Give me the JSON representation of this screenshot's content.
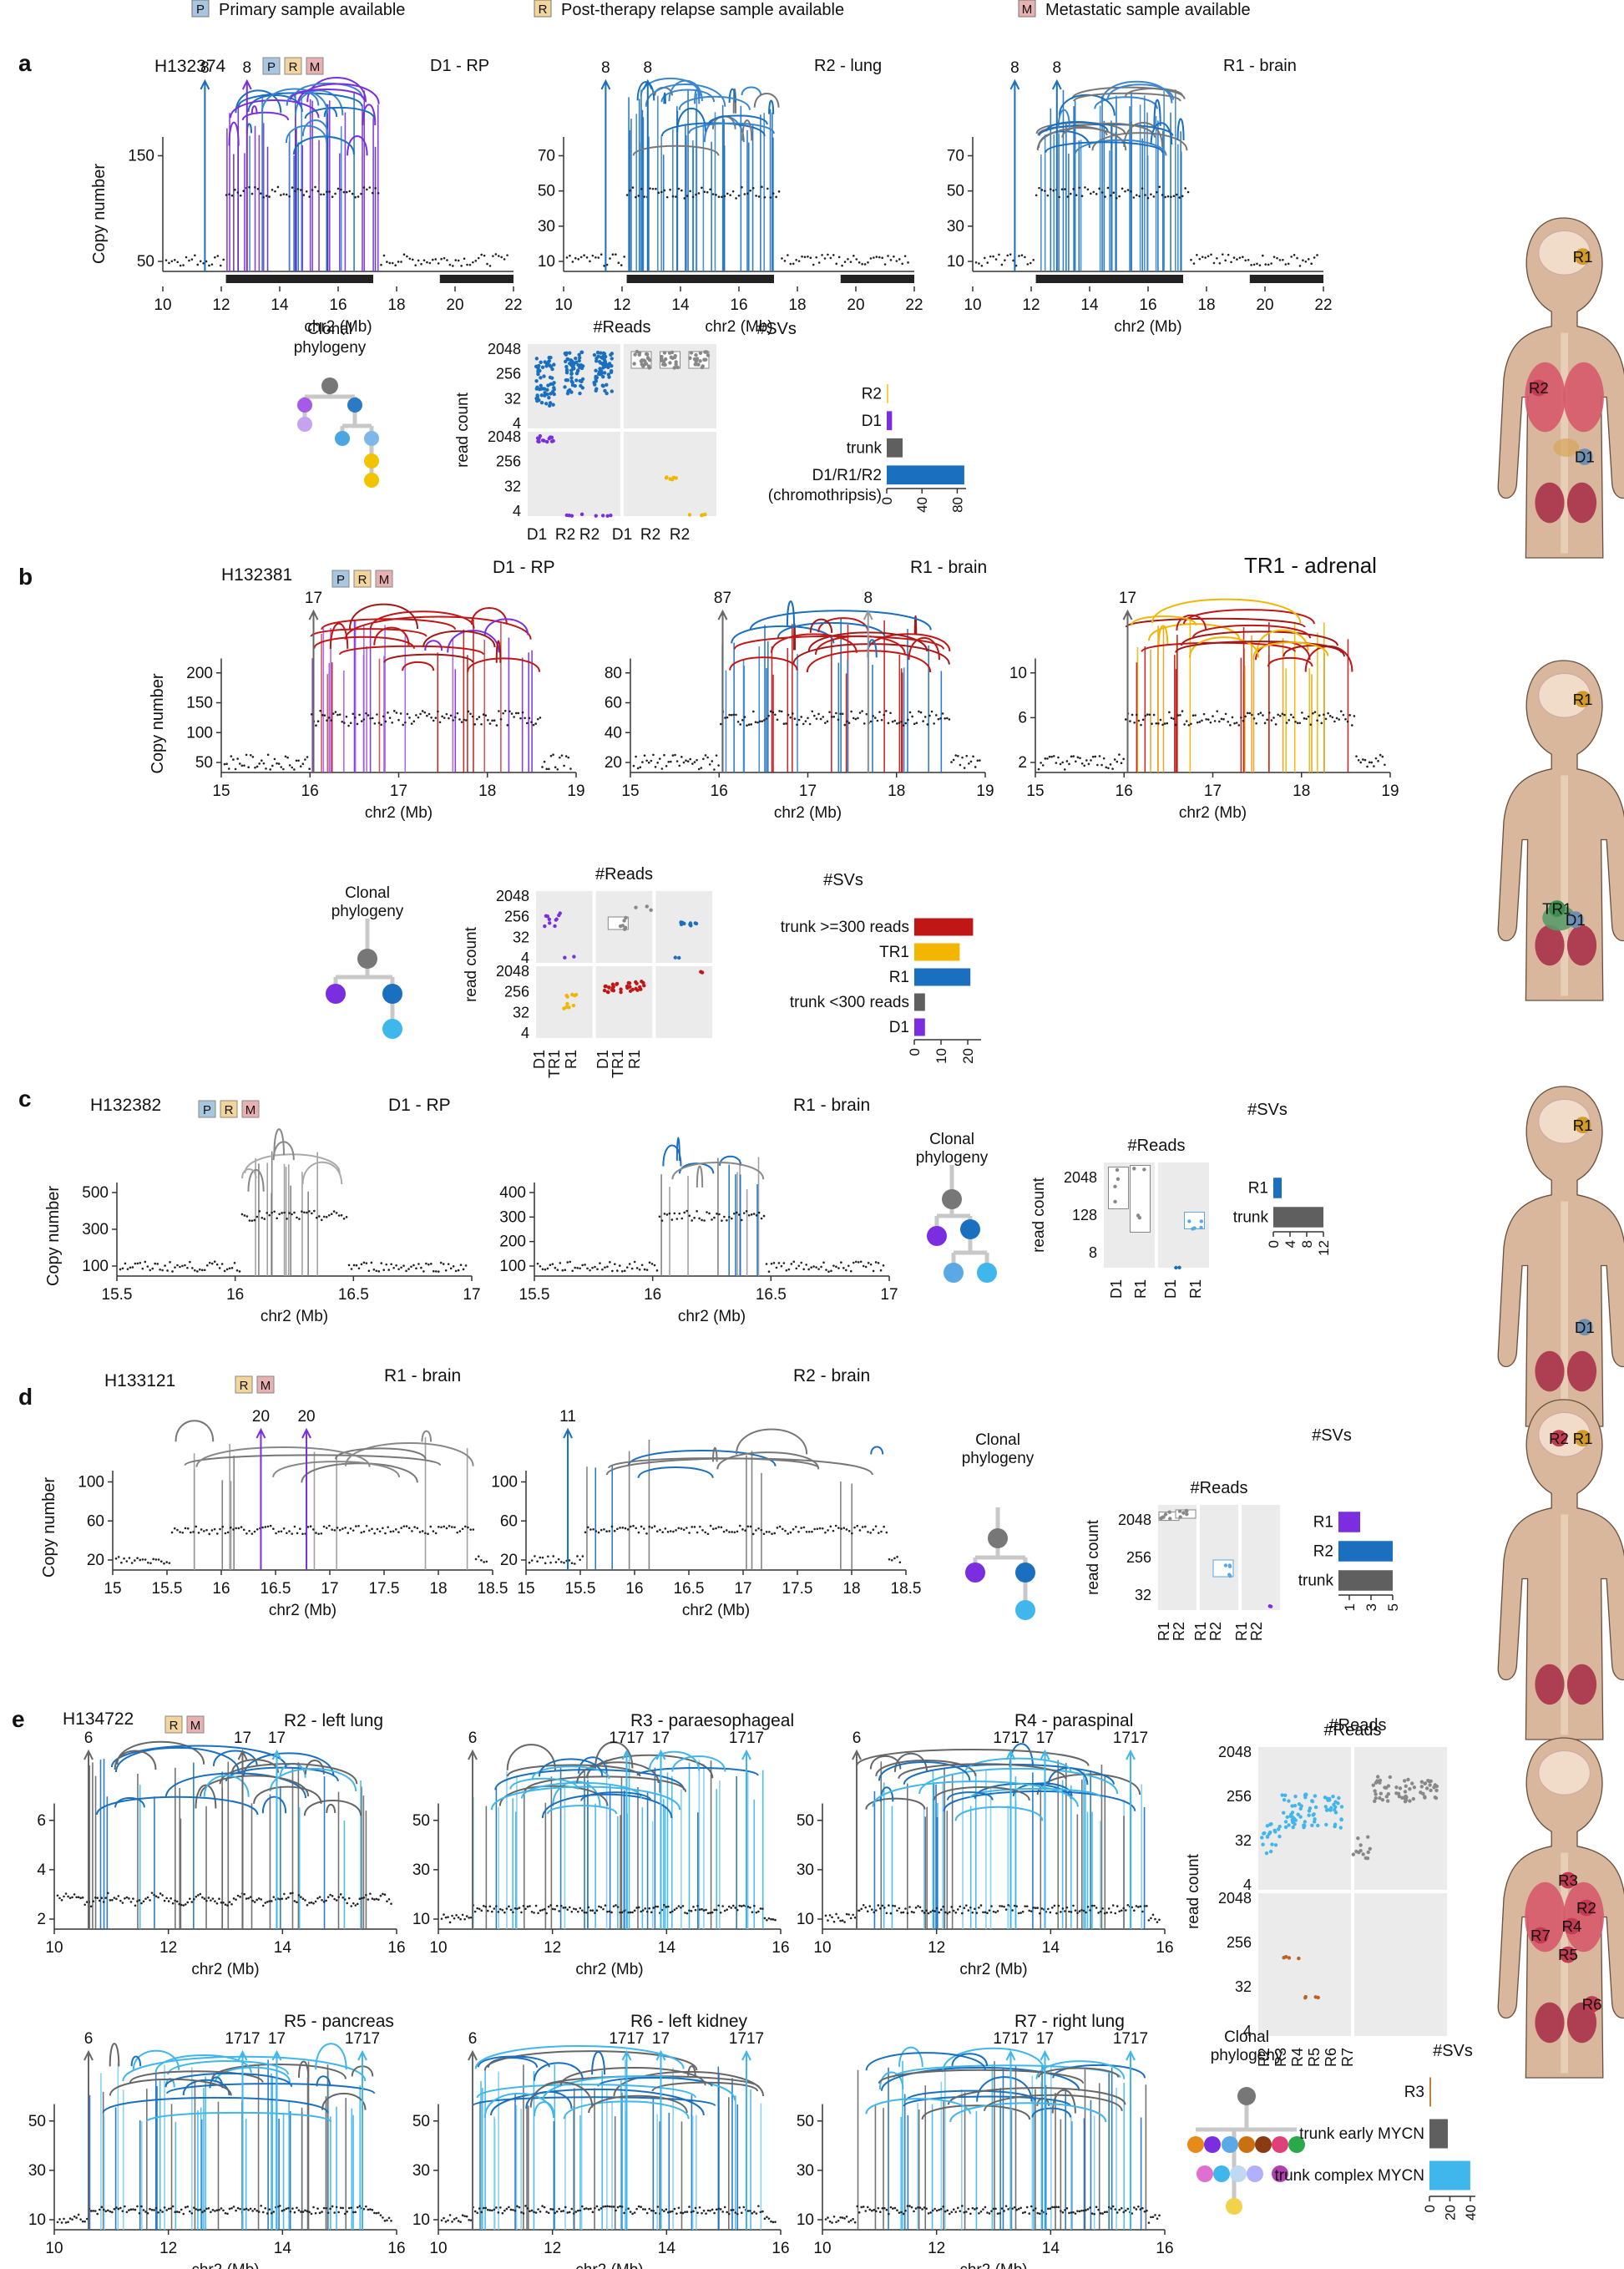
{
  "legend": [
    {
      "badge": "P",
      "text": "Primary sample available",
      "color": "#a9c6e0"
    },
    {
      "badge": "R",
      "text": "Post-therapy relapse sample available",
      "color": "#f3d59a"
    },
    {
      "badge": "M",
      "text": "Metastatic sample available",
      "color": "#e8b0b0"
    }
  ],
  "colors": {
    "trunk": "#5f5f5f",
    "D1": "#7a2ee0",
    "R1": "#1a6fbf",
    "R2": "#5aa9e6",
    "TR1": "#f2b600",
    "trunk300": "#c01616",
    "light_blue": "#3fb6ec",
    "tissue": "#d9b79c"
  },
  "axis_common": {
    "copy_number": "Copy number",
    "xlabel": "chr2 (Mb)",
    "read_count": "read count",
    "reads_title": "#Reads",
    "svs_title": "#SVs",
    "phylo_title_1": "Clonal",
    "phylo_title_2": "phylogeny"
  },
  "panels": {
    "a": {
      "letter": "a",
      "patient": "H132374",
      "badges": [
        "P",
        "R",
        "M"
      ],
      "plots": [
        {
          "title": "D1 - RP",
          "yticks": [
            "150",
            "50"
          ],
          "xticks": [
            "10",
            "12",
            "14",
            "16",
            "18",
            "20",
            "22"
          ],
          "arrow_labels": [
            "8",
            "8"
          ]
        },
        {
          "title": "R2 - lung",
          "yticks": [
            "70",
            "50",
            "30",
            "10"
          ],
          "xticks": [
            "10",
            "12",
            "14",
            "16",
            "18",
            "20",
            "22"
          ],
          "arrow_labels": [
            "8",
            "8"
          ]
        },
        {
          "title": "R1 - brain",
          "yticks": [
            "70",
            "50",
            "30",
            "10"
          ],
          "xticks": [
            "10",
            "12",
            "14",
            "16",
            "18",
            "20",
            "22"
          ],
          "arrow_labels": [
            "8",
            "8"
          ]
        }
      ],
      "reads": {
        "yticks_top": [
          "2048",
          "256",
          "32",
          "4"
        ],
        "yticks_bottom": [
          "2048",
          "256",
          "32",
          "4"
        ],
        "xlabels": [
          "D1",
          "R2",
          "R2",
          "D1",
          "R2",
          "R2"
        ]
      },
      "svs": {
        "categories": [
          "R2",
          "D1",
          "trunk",
          "D1/R1/R2"
        ],
        "note": "(chromothripsis)",
        "values": [
          1,
          6,
          18,
          88
        ],
        "ticks": [
          "0",
          "40",
          "80"
        ],
        "xmax": 90,
        "colors": [
          "#f2d24a",
          "#7a2ee0",
          "#5f5f5f",
          "#1a6fbf"
        ]
      },
      "body_labels": [
        "R1",
        "R2",
        "D1"
      ]
    },
    "b": {
      "letter": "b",
      "patient": "H132381",
      "badges": [
        "P",
        "R",
        "M"
      ],
      "plots": [
        {
          "title": "D1 - RP",
          "yticks": [
            "200",
            "150",
            "100",
            "50"
          ],
          "xticks": [
            "15",
            "16",
            "17",
            "18",
            "19"
          ],
          "arrow_labels": [
            "17"
          ]
        },
        {
          "title": "R1 - brain",
          "yticks": [
            "80",
            "60",
            "40",
            "20"
          ],
          "xticks": [
            "15",
            "16",
            "17",
            "18",
            "19"
          ],
          "arrow_labels": [
            "87",
            "8"
          ]
        },
        {
          "title": "TR1 - adrenal",
          "yticks": [
            "10",
            "6",
            "2"
          ],
          "xticks": [
            "15",
            "16",
            "17",
            "18",
            "19"
          ],
          "arrow_labels": [
            "17"
          ]
        }
      ],
      "reads": {
        "yticks_top": [
          "2048",
          "256",
          "32",
          "4"
        ],
        "yticks_bottom": [
          "2048",
          "256",
          "32",
          "4"
        ],
        "xlabels": [
          "D1",
          "TR1",
          "R1",
          "D1",
          "TR1",
          "R1"
        ]
      },
      "svs": {
        "categories": [
          "trunk >=300 reads",
          "TR1",
          "R1",
          "trunk <300 reads",
          "D1"
        ],
        "values": [
          22,
          17,
          21,
          4,
          4
        ],
        "ticks": [
          "0",
          "10",
          "20"
        ],
        "xmax": 25,
        "colors": [
          "#c01616",
          "#f2b600",
          "#1a6fbf",
          "#5f5f5f",
          "#7a2ee0"
        ]
      },
      "body_labels": [
        "R1",
        "TR1",
        "D1"
      ]
    },
    "c": {
      "letter": "c",
      "patient": "H132382",
      "badges": [
        "P",
        "R",
        "M"
      ],
      "plots": [
        {
          "title": "D1 - RP",
          "yticks": [
            "500",
            "300",
            "100"
          ],
          "xticks": [
            "15.5",
            "16",
            "16.5",
            "17"
          ]
        },
        {
          "title": "R1 - brain",
          "yticks": [
            "400",
            "300",
            "200",
            "100"
          ],
          "xticks": [
            "15.5",
            "16",
            "16.5",
            "17"
          ]
        }
      ],
      "reads": {
        "yticks": [
          "2048",
          "128",
          "8"
        ],
        "xlabels": [
          "D1",
          "R1",
          "D1",
          "R1"
        ]
      },
      "svs": {
        "categories": [
          "R1",
          "trunk"
        ],
        "values": [
          2,
          12
        ],
        "ticks": [
          "0",
          "4",
          "8",
          "12"
        ],
        "xmax": 12,
        "colors": [
          "#1a6fbf",
          "#5f5f5f"
        ]
      },
      "body_labels": [
        "R1",
        "D1"
      ]
    },
    "d": {
      "letter": "d",
      "patient": "H133121",
      "badges": [
        "R",
        "M"
      ],
      "plots": [
        {
          "title": "R1 - brain",
          "yticks": [
            "100",
            "60",
            "20"
          ],
          "xticks": [
            "15",
            "15.5",
            "16",
            "16.5",
            "17",
            "17.5",
            "18",
            "18.5"
          ],
          "arrow_labels": [
            "20",
            "20"
          ]
        },
        {
          "title": "R2 - brain",
          "yticks": [
            "100",
            "60",
            "20"
          ],
          "xticks": [
            "15",
            "15.5",
            "16",
            "16.5",
            "17",
            "17.5",
            "18",
            "18.5"
          ],
          "arrow_labels": [
            "11"
          ]
        }
      ],
      "reads": {
        "yticks": [
          "2048",
          "256",
          "32"
        ],
        "xlabels": [
          "R1",
          "R2",
          "R1",
          "R2",
          "R1",
          "R2"
        ]
      },
      "svs": {
        "categories": [
          "R1",
          "R2",
          "trunk"
        ],
        "values": [
          2,
          5,
          5
        ],
        "ticks": [
          "1",
          "3",
          "5"
        ],
        "xmax": 5,
        "colors": [
          "#7a2ee0",
          "#1a6fbf",
          "#5f5f5f"
        ]
      },
      "body_labels": [
        "R2",
        "R1"
      ]
    },
    "e": {
      "letter": "e",
      "patient": "H134722",
      "badges": [
        "R",
        "M"
      ],
      "plots": [
        {
          "title": "R2 - left lung",
          "yticks": [
            "6",
            "4",
            "2"
          ],
          "xticks": [
            "10",
            "12",
            "14",
            "16"
          ],
          "arrow_labels": [
            "6",
            "17",
            "17"
          ]
        },
        {
          "title": "R3 - paraesophageal",
          "yticks": [
            "50",
            "30",
            "10"
          ],
          "xticks": [
            "10",
            "12",
            "14",
            "16"
          ],
          "arrow_labels": [
            "6",
            "1717",
            "17",
            "1717"
          ]
        },
        {
          "title": "R4 - paraspinal",
          "yticks": [
            "50",
            "30",
            "10"
          ],
          "xticks": [
            "10",
            "12",
            "14",
            "16"
          ],
          "arrow_labels": [
            "6",
            "1717",
            "17",
            "1717"
          ]
        },
        {
          "title": "R5 - pancreas",
          "yticks": [
            "50",
            "30",
            "10"
          ],
          "xticks": [
            "10",
            "12",
            "14",
            "16"
          ],
          "arrow_labels": [
            "6",
            "1717",
            "17",
            "1717"
          ]
        },
        {
          "title": "R6 - left kidney",
          "yticks": [
            "50",
            "30",
            "10"
          ],
          "xticks": [
            "10",
            "12",
            "14",
            "16"
          ],
          "arrow_labels": [
            "6",
            "1717",
            "17",
            "1717"
          ]
        },
        {
          "title": "R7 - right lung",
          "yticks": [
            "50",
            "30",
            "10"
          ],
          "xticks": [
            "10",
            "12",
            "14",
            "16"
          ],
          "arrow_labels": [
            "1717",
            "17",
            "1717"
          ]
        }
      ],
      "reads": {
        "yticks_top": [
          "2048",
          "256",
          "32",
          "4"
        ],
        "yticks_bottom": [
          "2048",
          "256",
          "32",
          "4"
        ],
        "xlabels": [
          "R2",
          "R3",
          "R4",
          "R5",
          "R6",
          "R7"
        ]
      },
      "svs": {
        "categories": [
          "R3",
          "trunk early MYCN",
          "trunk complex MYCN"
        ],
        "values": [
          1,
          18,
          40
        ],
        "ticks": [
          "0",
          "20",
          "40"
        ],
        "xmax": 45,
        "colors": [
          "#c08030",
          "#5f5f5f",
          "#3fb6ec"
        ]
      },
      "body_labels": [
        "R3",
        "R2",
        "R4",
        "R7",
        "R5",
        "R6"
      ]
    }
  }
}
